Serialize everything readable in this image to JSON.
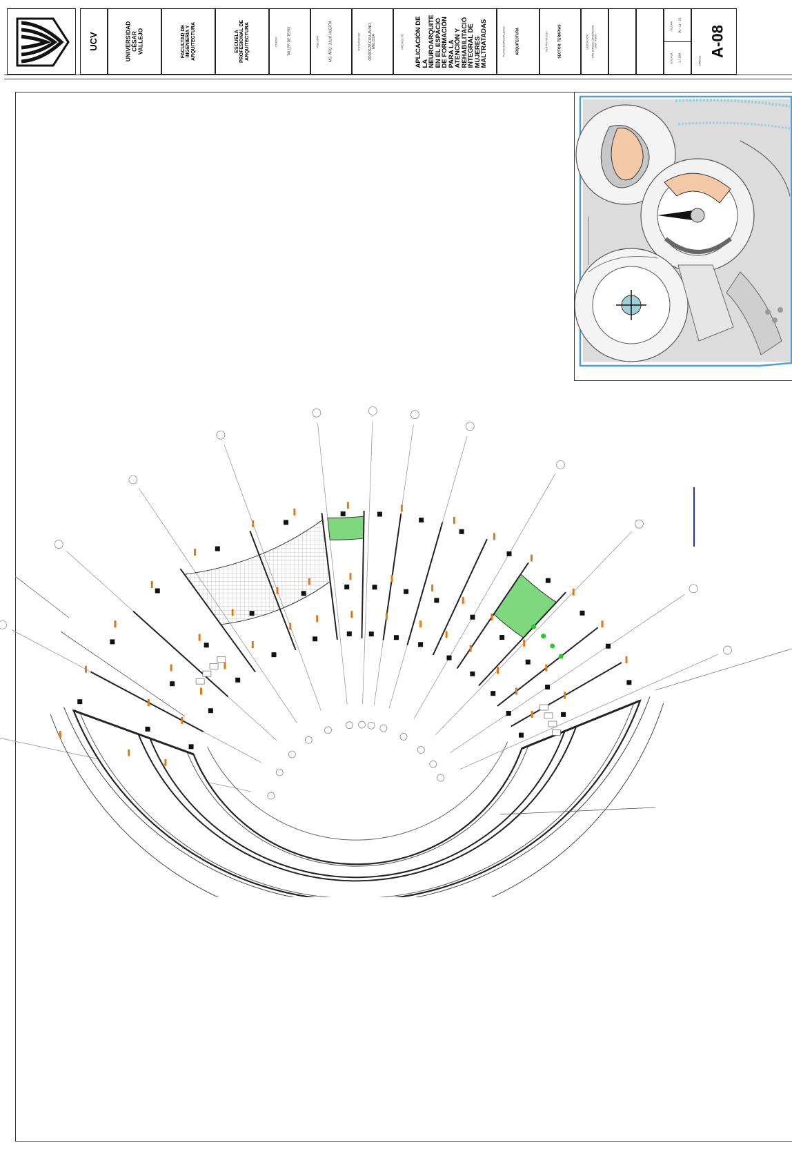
{
  "title_block": {
    "logo": "logo-ucv",
    "institution_short": "UCV",
    "university": "UNIVERSIDAD\nCÉSAR\nVALLEJO",
    "faculty": "FACULTAD DE\nINGENIERÍA Y\nARQUITECTURA",
    "school": "ESCUELA\nPROFESIONAL DE\nARQUITECTURA",
    "course_label": "CURSO:",
    "course": "TALLER DE TESIS",
    "advisor_label": "ASESOR:",
    "advisor": "MG. ARQ. JULIO HUERTA",
    "student_label": "ESTUDIANTE:",
    "student": "OROPEZA COLLAVINO,\nMELISSA",
    "project_label": "PROYECTO:",
    "project": "APLICACIÓN DE\nLA\nNEUROARQUITE\nEN EL ESPACIO\nDE FORMACIÓN\nPARA LA\nATENCIÓN Y\nREHABILITACIÓ\nINTEGRAL DE\nMUJERES\nMALTRATADAS",
    "specialty_label": "PLANO ESPECIALIDAD:",
    "specialty": "ARQUITECTURA",
    "plan_title_label": "PLANO TÍTULO:",
    "plan_title": "SECTOR: TERAPIAS",
    "location_label": "UBICACIÓN:",
    "location": "SAN JUAN DE LURIGANCHO,\nLIMA - PERÚ",
    "date_label": "FECHA:",
    "date": "20 - 11 - 22",
    "scale_label": "ESCALA:",
    "scale": "1 / 100",
    "sheet_label": "LÁMINA:",
    "sheet": "A-08"
  },
  "colors": {
    "line": "#222222",
    "dimension": "#e07a10",
    "garden": "#7ed87e",
    "key_map_border": "#4a9fd8",
    "key_map_fill": "#d9d9d9",
    "accent_peach": "#f3c9a8",
    "marker_blue": "#2a2ab8"
  },
  "icons": {
    "logo": "ucv-logo-icon",
    "north": "north-arrow-icon",
    "key_map": "site-key-map"
  }
}
